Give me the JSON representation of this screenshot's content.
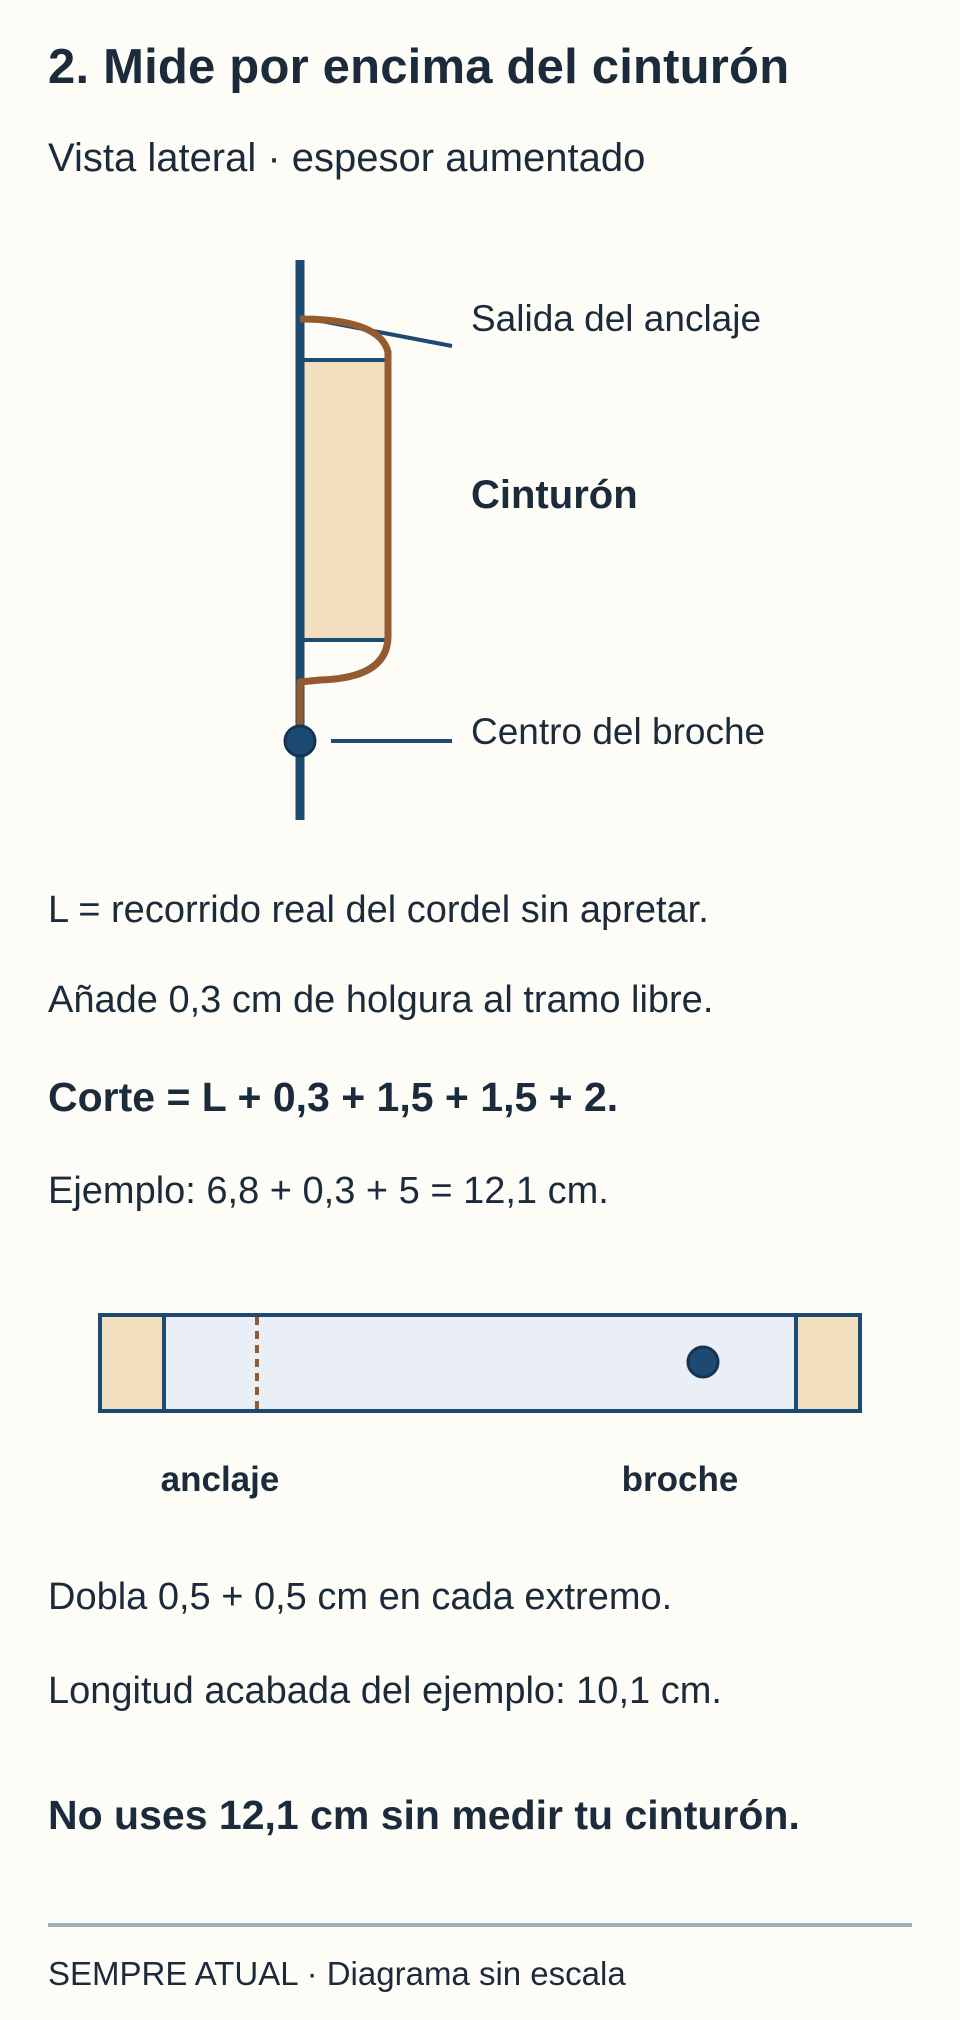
{
  "header": {
    "title": "2. Mide por encima del cinturón",
    "subtitle": "Vista lateral · espesor aumentado"
  },
  "side_view": {
    "labels": {
      "anchor_exit": "Salida del anclaje",
      "belt": "Cinturón",
      "clasp_center": "Centro del broche"
    }
  },
  "instructions": {
    "line1": "L = recorrido real del cordel sin apretar.",
    "line2": "Añade 0,3 cm de holgura al tramo libre.",
    "formula": "Corte = L + 0,3 + 1,5 + 1,5 + 2.",
    "example": "Ejemplo: 6,8 + 0,3 + 5 = 12,1 cm."
  },
  "strip_view": {
    "anchor_label": "anclaje",
    "clasp_label": "broche"
  },
  "notes": {
    "fold": "Dobla 0,5 + 0,5 cm en cada extremo.",
    "finished": "Longitud acabada del ejemplo: 10,1 cm.",
    "warning": "No uses 12,1 cm sin medir tu cinturón."
  },
  "footer": {
    "text": "SEMPRE ATUAL · Diagrama sin escala"
  },
  "colors": {
    "navy": "#1d4a72",
    "brown": "#945a30",
    "beige": "#f2dfc0",
    "light_blue": "#e9eef7",
    "text": "#1c2b3b",
    "divider": "#9fb0bd",
    "background": "#fdfcf7"
  }
}
